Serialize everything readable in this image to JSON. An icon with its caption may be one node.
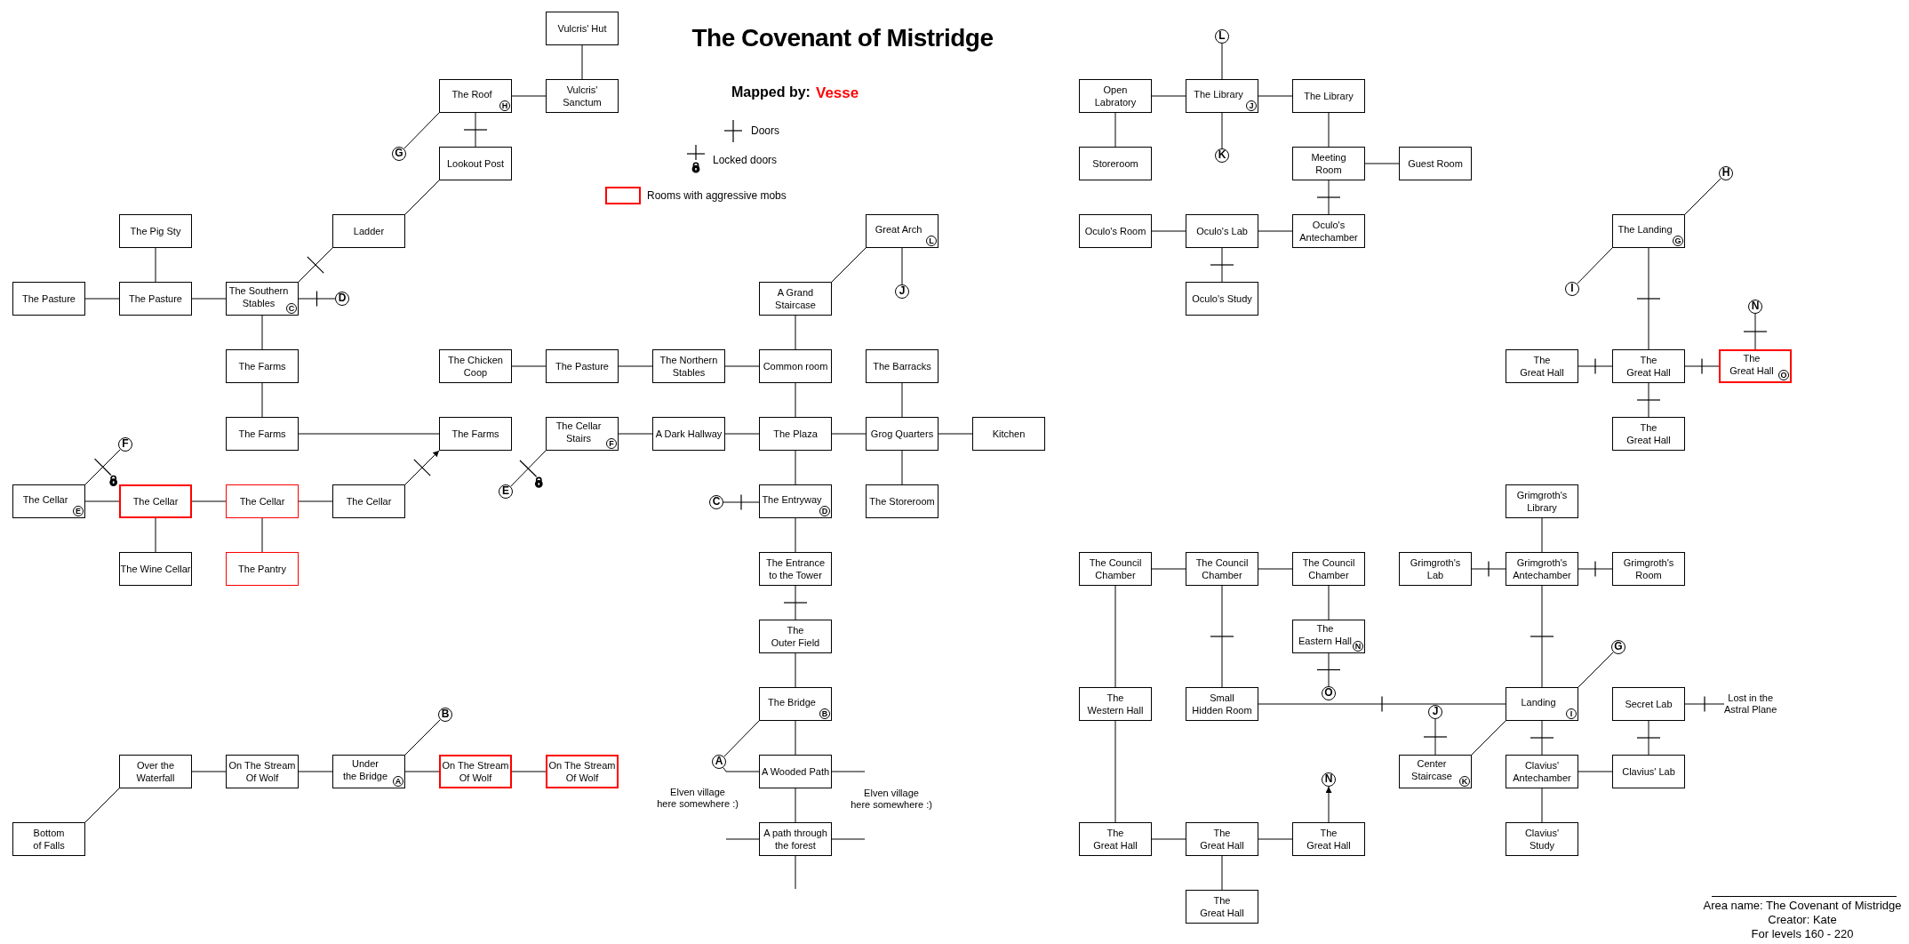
{
  "diagram": {
    "title": "The Covenant of Mistridge",
    "nodes": [
      {
        "text": [
          "Vulcris' Hut"
        ]
      },
      {
        "text": [
          "L"
        ]
      },
      {
        "text": [
          "The Roof",
          "H"
        ]
      },
      {
        "text": [
          "Vulcris' Sanctum"
        ]
      },
      {
        "text": [
          "Open Labratory"
        ]
      },
      {
        "text": [
          "The Library",
          "J"
        ]
      },
      {
        "text": [
          "The Library"
        ]
      },
      {
        "text": [
          "G"
        ]
      },
      {
        "text": [
          "Lookout Post"
        ]
      },
      {
        "text": [
          "Storeroom"
        ]
      },
      {
        "text": [
          "K"
        ]
      },
      {
        "text": [
          "Meeting Room"
        ]
      },
      {
        "text": [
          "Guest Room"
        ]
      },
      {
        "text": [
          "H"
        ]
      },
      {
        "text": [
          "The Pig Sty"
        ]
      },
      {
        "text": [
          "Ladder"
        ]
      },
      {
        "text": [
          "Great Arch",
          "L"
        ]
      },
      {
        "text": [
          "Oculo's Room"
        ]
      },
      {
        "text": [
          "Oculo's Lab"
        ]
      },
      {
        "text": [
          "Oculo's Antechamber"
        ]
      },
      {
        "text": [
          "The Landing",
          "G"
        ]
      },
      {
        "text": [
          "J"
        ]
      },
      {
        "text": [
          "I"
        ]
      },
      {
        "text": [
          "The Pasture"
        ]
      },
      {
        "text": [
          "The Pasture"
        ]
      },
      {
        "text": [
          "The Southern Stables",
          "C"
        ]
      },
      {
        "text": [
          "D"
        ]
      },
      {
        "text": [
          "A Grand Staircase"
        ]
      },
      {
        "text": [
          "Oculo's Study"
        ]
      },
      {
        "text": [
          "N"
        ]
      },
      {
        "text": [
          "The Farms"
        ]
      },
      {
        "text": [
          "The Chicken Coop"
        ]
      },
      {
        "text": [
          "The Pasture"
        ]
      },
      {
        "text": [
          "The Northern Stables"
        ]
      },
      {
        "text": [
          "Common room"
        ]
      },
      {
        "text": [
          "The Barracks"
        ]
      },
      {
        "text": [
          "The Great Hall"
        ]
      },
      {
        "text": [
          "The Great Hall"
        ]
      },
      {
        "text": [
          "The Great Hall",
          "O"
        ]
      },
      {
        "text": [
          "F"
        ]
      },
      {
        "text": [
          "The Farms"
        ]
      },
      {
        "text": [
          "The Farms"
        ]
      },
      {
        "text": [
          "The Cellar Stairs",
          "F"
        ]
      },
      {
        "text": [
          "A Dark Hallway"
        ]
      },
      {
        "text": [
          "The Plaza"
        ]
      },
      {
        "text": [
          "Grog Quarters"
        ]
      },
      {
        "text": [
          "Kitchen"
        ]
      },
      {
        "text": [
          "The Great Hall"
        ]
      },
      {
        "text": [
          "The Cellar",
          "E"
        ]
      },
      {
        "text": [
          "The Cellar"
        ]
      },
      {
        "text": [
          "The Cellar"
        ]
      },
      {
        "text": [
          "The Cellar"
        ]
      },
      {
        "text": [
          "E"
        ]
      },
      {
        "text": [
          "C"
        ]
      },
      {
        "text": [
          "The Entryway",
          "D"
        ]
      },
      {
        "text": [
          "The Storeroom"
        ]
      },
      {
        "text": [
          "Grimgroth's Library"
        ]
      },
      {
        "text": [
          "The Wine Cellar"
        ]
      },
      {
        "text": [
          "The Pantry"
        ]
      },
      {
        "text": [
          "The Entrance to the Tower"
        ]
      },
      {
        "text": [
          "The Council Chamber"
        ]
      },
      {
        "text": [
          "The Council Chamber"
        ]
      },
      {
        "text": [
          "The Council Chamber"
        ]
      },
      {
        "text": [
          "Grimgroth's Lab"
        ]
      },
      {
        "text": [
          "Grimgroth's Antechamber"
        ]
      },
      {
        "text": [
          "Grimgroth's Room"
        ]
      },
      {
        "text": [
          "The Outer Field"
        ]
      },
      {
        "text": [
          "The Eastern Hall",
          "N"
        ]
      },
      {
        "text": [
          "G"
        ]
      },
      {
        "text": [
          "B"
        ]
      },
      {
        "text": [
          "The Bridge",
          "B"
        ]
      },
      {
        "text": [
          "The Western Hall"
        ]
      },
      {
        "text": [
          "Small Hidden Room"
        ]
      },
      {
        "text": [
          "O"
        ]
      },
      {
        "text": [
          "J"
        ]
      },
      {
        "text": [
          "Landing",
          "I"
        ]
      },
      {
        "text": [
          "Secret Lab"
        ]
      },
      {
        "text": [
          "Lost in the Astral Plane"
        ]
      },
      {
        "text": [
          "A"
        ]
      },
      {
        "text": [
          "Over the Waterfall"
        ]
      },
      {
        "text": [
          "On The Stream Of Wolf"
        ]
      },
      {
        "text": [
          "Under the Bridge",
          "A"
        ]
      },
      {
        "text": [
          "On The Stream Of Wolf"
        ]
      },
      {
        "text": [
          "On The Stream Of Wolf"
        ]
      },
      {
        "text": [
          "A Wooded Path"
        ]
      },
      {
        "text": [
          "Center Staircase",
          "K"
        ]
      },
      {
        "text": [
          "Clavius' Antechamber"
        ]
      },
      {
        "text": [
          "Clavius' Lab"
        ]
      },
      {
        "text": [
          "N"
        ]
      },
      {
        "text": [
          "Bottom of Falls"
        ]
      },
      {
        "text": [
          "A path through the forest"
        ]
      },
      {
        "text": [
          "The Great Hall"
        ]
      },
      {
        "text": [
          "The Great Hall"
        ]
      },
      {
        "text": [
          "The Great Hall"
        ]
      },
      {
        "text": [
          "Clavius' Study"
        ]
      },
      {
        "text": [
          "The Great Hall"
        ]
      }
    ],
    "edges": [
      {
        "from": 0,
        "to": 3,
        "arrow": "none"
      },
      {
        "from": 2,
        "to": 3,
        "arrow": "none"
      },
      {
        "from": 2,
        "to": 7,
        "arrow": "none"
      },
      {
        "from": 2,
        "to": 8,
        "arrow": "none"
      },
      {
        "from": 8,
        "to": 15,
        "arrow": "none"
      },
      {
        "from": 15,
        "to": 25,
        "arrow": "none"
      },
      {
        "from": 14,
        "to": 24,
        "arrow": "none"
      },
      {
        "from": 23,
        "to": 24,
        "arrow": "none"
      },
      {
        "from": 24,
        "to": 25,
        "arrow": "none"
      },
      {
        "from": 25,
        "to": 26,
        "arrow": "none"
      },
      {
        "from": 25,
        "to": 30,
        "arrow": "none"
      },
      {
        "from": 30,
        "to": 40,
        "arrow": "none"
      },
      {
        "from": 40,
        "to": 41,
        "arrow": "none"
      },
      {
        "from": 51,
        "to": 41,
        "arrow": "to"
      },
      {
        "from": 48,
        "to": 39,
        "arrow": "none"
      },
      {
        "from": 48,
        "to": 49,
        "arrow": "none"
      },
      {
        "from": 49,
        "to": 50,
        "arrow": "none"
      },
      {
        "from": 50,
        "to": 51,
        "arrow": "none"
      },
      {
        "from": 49,
        "to": 57,
        "arrow": "none"
      },
      {
        "from": 50,
        "to": 58,
        "arrow": "none"
      },
      {
        "from": 31,
        "to": 32,
        "arrow": "none"
      },
      {
        "from": 32,
        "to": 33,
        "arrow": "none"
      },
      {
        "from": 33,
        "to": 34,
        "arrow": "none"
      },
      {
        "from": 42,
        "to": 52,
        "arrow": "none"
      },
      {
        "from": 42,
        "to": 43,
        "arrow": "none"
      },
      {
        "from": 43,
        "to": 44,
        "arrow": "none"
      },
      {
        "from": 27,
        "to": 16,
        "arrow": "none"
      },
      {
        "from": 16,
        "to": 21,
        "arrow": "none"
      },
      {
        "from": 27,
        "to": 34,
        "arrow": "none"
      },
      {
        "from": 34,
        "to": 44,
        "arrow": "none"
      },
      {
        "from": 44,
        "to": 45,
        "arrow": "none"
      },
      {
        "from": 35,
        "to": 45,
        "arrow": "none"
      },
      {
        "from": 45,
        "to": 46,
        "arrow": "none"
      },
      {
        "from": 45,
        "to": 55,
        "arrow": "none"
      },
      {
        "from": 44,
        "to": 54,
        "arrow": "none"
      },
      {
        "from": 53,
        "to": 54,
        "arrow": "none"
      },
      {
        "from": 54,
        "to": 59,
        "arrow": "none"
      },
      {
        "from": 59,
        "to": 66,
        "arrow": "none"
      },
      {
        "from": 66,
        "to": 70,
        "arrow": "none"
      },
      {
        "from": 70,
        "to": 78,
        "arrow": "none"
      },
      {
        "from": 70,
        "to": 84,
        "arrow": "none"
      },
      {
        "from": 84,
        "to": 78,
        "arrow": "none"
      },
      {
        "from": 84,
        "to": null,
        "arrow": "none"
      },
      {
        "from": 84,
        "to": 90,
        "arrow": "none"
      },
      {
        "from": 90,
        "to": null,
        "arrow": "none"
      },
      {
        "from": 90,
        "to": null,
        "arrow": "none"
      },
      {
        "from": 90,
        "to": null,
        "arrow": "none"
      },
      {
        "from": 79,
        "to": 89,
        "arrow": "none"
      },
      {
        "from": 79,
        "to": 80,
        "arrow": "none"
      },
      {
        "from": 80,
        "to": 81,
        "arrow": "none"
      },
      {
        "from": 81,
        "to": 82,
        "arrow": "none"
      },
      {
        "from": 82,
        "to": 83,
        "arrow": "none"
      },
      {
        "from": 81,
        "to": 69,
        "arrow": "none"
      },
      {
        "from": 1,
        "to": 5,
        "arrow": "none"
      },
      {
        "from": 4,
        "to": 5,
        "arrow": "none"
      },
      {
        "from": 5,
        "to": 6,
        "arrow": "none"
      },
      {
        "from": 4,
        "to": 9,
        "arrow": "none"
      },
      {
        "from": 5,
        "to": 10,
        "arrow": "none"
      },
      {
        "from": 6,
        "to": 11,
        "arrow": "none"
      },
      {
        "from": 11,
        "to": 12,
        "arrow": "none"
      },
      {
        "from": 11,
        "to": 19,
        "arrow": "none"
      },
      {
        "from": 17,
        "to": 18,
        "arrow": "none"
      },
      {
        "from": 18,
        "to": 19,
        "arrow": "none"
      },
      {
        "from": 18,
        "to": 28,
        "arrow": "none"
      },
      {
        "from": 20,
        "to": 13,
        "arrow": "none"
      },
      {
        "from": 20,
        "to": 22,
        "arrow": "none"
      },
      {
        "from": 20,
        "to": 37,
        "arrow": "none"
      },
      {
        "from": 36,
        "to": 37,
        "arrow": "none"
      },
      {
        "from": 37,
        "to": 38,
        "arrow": "none"
      },
      {
        "from": 38,
        "to": 29,
        "arrow": "none"
      },
      {
        "from": 37,
        "to": 47,
        "arrow": "none"
      },
      {
        "from": 60,
        "to": 61,
        "arrow": "none"
      },
      {
        "from": 61,
        "to": 62,
        "arrow": "none"
      },
      {
        "from": 60,
        "to": 71,
        "arrow": "none"
      },
      {
        "from": 61,
        "to": 72,
        "arrow": "none"
      },
      {
        "from": 62,
        "to": 67,
        "arrow": "none"
      },
      {
        "from": 67,
        "to": 73,
        "arrow": "none"
      },
      {
        "from": 72,
        "to": 75,
        "arrow": "none"
      },
      {
        "from": 71,
        "to": 91,
        "arrow": "none"
      },
      {
        "from": 91,
        "to": 92,
        "arrow": "none"
      },
      {
        "from": 92,
        "to": 93,
        "arrow": "none"
      },
      {
        "from": 92,
        "to": 95,
        "arrow": "none"
      },
      {
        "from": 93,
        "to": 88,
        "arrow": "to"
      },
      {
        "from": 56,
        "to": 64,
        "arrow": "none"
      },
      {
        "from": 63,
        "to": 64,
        "arrow": "none"
      },
      {
        "from": 64,
        "to": 65,
        "arrow": "none"
      },
      {
        "from": 64,
        "to": 75,
        "arrow": "none"
      },
      {
        "from": 75,
        "to": 68,
        "arrow": "none"
      },
      {
        "from": 75,
        "to": 85,
        "arrow": "none"
      },
      {
        "from": 85,
        "to": 74,
        "arrow": "none"
      },
      {
        "from": 75,
        "to": 86,
        "arrow": "none"
      },
      {
        "from": 86,
        "to": 87,
        "arrow": "none"
      },
      {
        "from": 86,
        "to": 94,
        "arrow": "none"
      },
      {
        "from": 76,
        "to": 87,
        "arrow": "none"
      },
      {
        "from": 76,
        "to": 77,
        "arrow": "none"
      }
    ],
    "labels": [
      "Mapped by:",
      "Vesse",
      "Elven village here somewhere :)",
      "Elven village here somewhere :)",
      "Area name: The Covenant of Mistridge",
      "Creator: Kate",
      "For levels 160 - 220"
    ],
    "legend": [
      {
        "text": "Doors"
      },
      {
        "text": "Locked doors"
      },
      {
        "text": "Rooms with aggressive mobs",
        "color": "#ff0000"
      }
    ]
  }
}
